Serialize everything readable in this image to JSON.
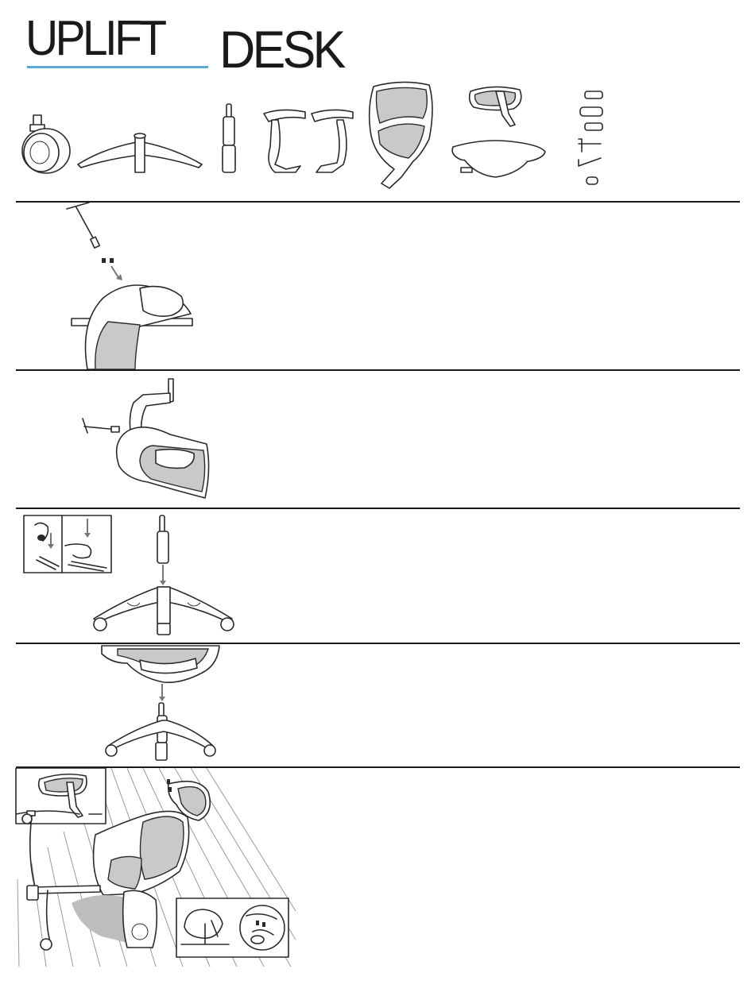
{
  "brand": {
    "name_part1": "UPLIFT",
    "name_part2": "DESK",
    "underline_color": "#5aa7d8"
  },
  "parts": [
    {
      "name": "caster-icon"
    },
    {
      "name": "base-icon"
    },
    {
      "name": "gas-cylinder-icon"
    },
    {
      "name": "armrests-icon"
    },
    {
      "name": "backrest-icon"
    },
    {
      "name": "headrest-icon"
    },
    {
      "name": "seat-icon"
    },
    {
      "name": "hardware-icon"
    }
  ],
  "steps": [
    {
      "id": "step-1",
      "text": ""
    },
    {
      "id": "step-2",
      "text": ""
    },
    {
      "id": "step-3",
      "text": ""
    },
    {
      "id": "step-4",
      "text": ""
    },
    {
      "id": "step-5",
      "text": ""
    }
  ]
}
